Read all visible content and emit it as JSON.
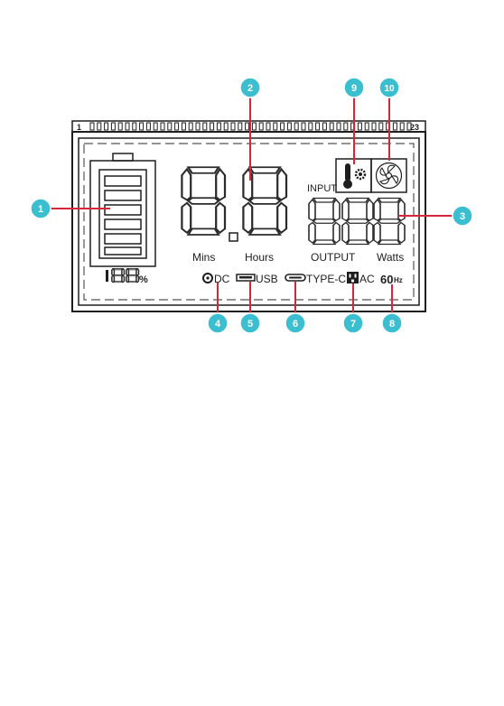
{
  "ticks": {
    "start": "1",
    "end": "23"
  },
  "labels": {
    "mins": "Mins",
    "hours": "Hours",
    "input": "INPUT",
    "output": "OUTPUT",
    "watts": "Watts",
    "percent": "%",
    "dc": "DC",
    "usb": "USB",
    "typec": "TYPE-C",
    "ac": "AC",
    "hz_value": "60",
    "hz_unit": "Hz"
  },
  "callouts": [
    {
      "number": "1"
    },
    {
      "number": "2"
    },
    {
      "number": "3"
    },
    {
      "number": "4"
    },
    {
      "number": "5"
    },
    {
      "number": "6"
    },
    {
      "number": "7"
    },
    {
      "number": "8"
    },
    {
      "number": "9"
    },
    {
      "number": "10"
    }
  ],
  "colors": {
    "callout_fill": "#3bbfd0",
    "leader_line": "#d6263a",
    "lcd_outline": "#1e1e1e"
  },
  "icons": [
    "battery-icon",
    "thermometer-gear-icon",
    "fan-icon",
    "dc-port-icon",
    "usb-port-icon",
    "typec-port-icon",
    "ac-outlet-icon"
  ]
}
